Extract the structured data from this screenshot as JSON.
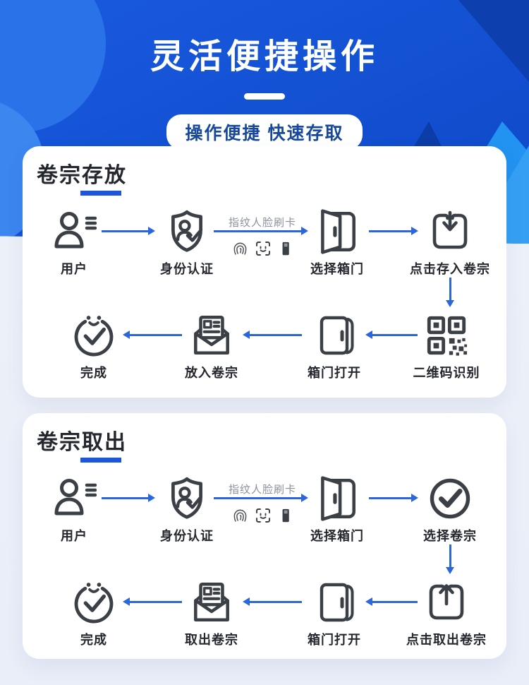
{
  "header": {
    "title": "灵活便捷操作",
    "badge": "操作便捷 快速存取"
  },
  "cards": [
    {
      "title": "卷宗存放",
      "auth_hint": "指纹人脸刷卡",
      "row1": [
        {
          "label": "用户"
        },
        {
          "label": "身份认证"
        },
        {
          "label": "选择箱门"
        },
        {
          "label": "点击存入卷宗"
        }
      ],
      "row2": [
        {
          "label": "完成"
        },
        {
          "label": "放入卷宗"
        },
        {
          "label": "箱门打开"
        },
        {
          "label": "二维码识别"
        }
      ]
    },
    {
      "title": "卷宗取出",
      "auth_hint": "指纹人脸刷卡",
      "row1": [
        {
          "label": "用户"
        },
        {
          "label": "身份认证"
        },
        {
          "label": "选择箱门"
        },
        {
          "label": "选择卷宗"
        }
      ],
      "row2": [
        {
          "label": "完成"
        },
        {
          "label": "取出卷宗"
        },
        {
          "label": "箱门打开"
        },
        {
          "label": "点击取出卷宗"
        }
      ]
    }
  ],
  "colors": {
    "accent_blue": "#1b57d8",
    "arrow_blue": "#2b66dd",
    "icon_dark": "#3b4046",
    "hero_blue": "#1453d2",
    "badge_text": "#17489c",
    "card_bg": "#ffffff",
    "page_bg": "#edf1f9"
  }
}
